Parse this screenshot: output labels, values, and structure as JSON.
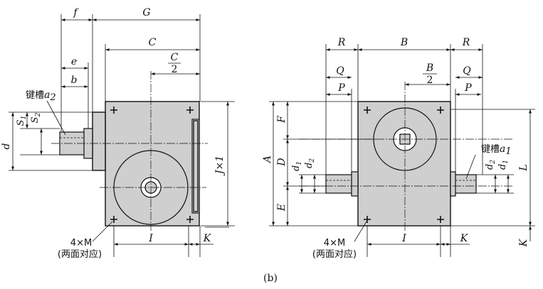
{
  "caption": "(b)",
  "left_view": {
    "top_dims": {
      "f": "f",
      "G": "G",
      "C": "C",
      "C_half_num": "C",
      "C_half_den": "2",
      "e": "e",
      "b": "b"
    },
    "left_dims": {
      "S1": "S",
      "S1_sub": "1",
      "S2": "S",
      "S2_sub": "2",
      "d": "d"
    },
    "right_dim": "J×1",
    "bottom_dims": {
      "I": "I",
      "K": "K"
    },
    "keyway_label": "键槽",
    "keyway_var": "a",
    "keyway_sub": "2",
    "holes_line1": "4×M",
    "holes_line2": "(两面对应)"
  },
  "right_view": {
    "top_dims": {
      "R_left": "R",
      "B": "B",
      "R_right": "R",
      "Q_left": "Q",
      "P_left": "P",
      "B_half_num": "B",
      "B_half_den": "2",
      "Q_right": "Q",
      "P_right": "P"
    },
    "left_dims": {
      "A": "A",
      "F": "F",
      "D": "D",
      "E": "E",
      "d1": "d",
      "d1_sub": "1",
      "d2": "d",
      "d2_sub": "2"
    },
    "right_dims": {
      "L": "L",
      "K": "K",
      "d2": "d",
      "d2_sub": "2",
      "d1": "d",
      "d1_sub": "1"
    },
    "bottom_dims": {
      "I": "I",
      "K": "K"
    },
    "keyway_label": "键槽",
    "keyway_var": "a",
    "keyway_sub": "1",
    "holes_line1": "4×M",
    "holes_line2": "(两面对应)"
  }
}
